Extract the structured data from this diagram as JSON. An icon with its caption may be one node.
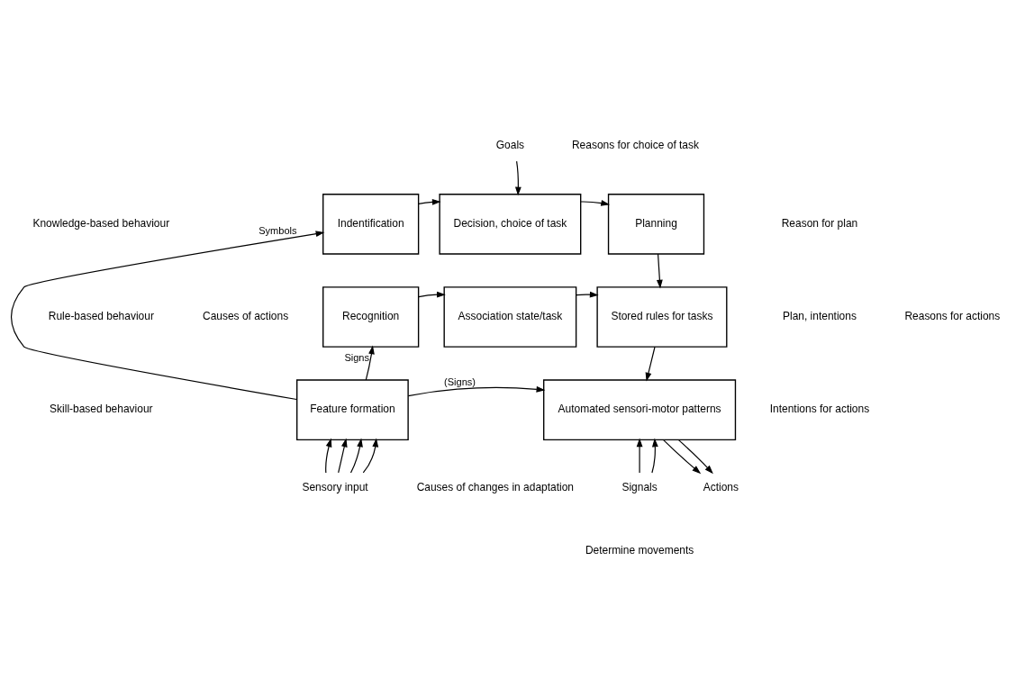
{
  "diagram": {
    "nodes": [
      {
        "text": [
          "Indentification"
        ]
      },
      {
        "text": [
          "Decision, choice of task"
        ]
      },
      {
        "text": [
          "Planning"
        ]
      },
      {
        "text": [
          "Recognition"
        ]
      },
      {
        "text": [
          "Association state/task"
        ]
      },
      {
        "text": [
          "Stored rules for tasks"
        ]
      },
      {
        "text": [
          "Feature formation"
        ]
      },
      {
        "text": [
          "Automated sensori-motor patterns"
        ]
      },
      {
        "text": [
          "Goals"
        ]
      },
      {
        "text": [
          "Sensory input"
        ]
      },
      {
        "text": [
          "Signals"
        ]
      },
      {
        "text": [
          "Actions"
        ]
      }
    ],
    "edges": [
      {
        "from": 6,
        "to": 0,
        "arrow": "to",
        "label": "Symbols"
      },
      {
        "from": 0,
        "to": 1,
        "arrow": "to"
      },
      {
        "from": 1,
        "to": 2,
        "arrow": "to"
      },
      {
        "from": 8,
        "to": 1,
        "arrow": "to"
      },
      {
        "from": 2,
        "to": 5,
        "arrow": "to"
      },
      {
        "from": 6,
        "to": 3,
        "arrow": "to",
        "label": "Signs"
      },
      {
        "from": 3,
        "to": 4,
        "arrow": "to"
      },
      {
        "from": 4,
        "to": 5,
        "arrow": "to"
      },
      {
        "from": 5,
        "to": 7,
        "arrow": "to"
      },
      {
        "from": 6,
        "to": 7,
        "arrow": "to",
        "label": "(Signs)"
      },
      {
        "from": 9,
        "to": 6,
        "arrow": "to"
      },
      {
        "from": 9,
        "to": 6,
        "arrow": "to"
      },
      {
        "from": 9,
        "to": 6,
        "arrow": "to"
      },
      {
        "from": 9,
        "to": 6,
        "arrow": "to"
      },
      {
        "from": 10,
        "to": 7,
        "arrow": "to"
      },
      {
        "from": 10,
        "to": 7,
        "arrow": "to"
      },
      {
        "from": 7,
        "to": 11,
        "arrow": "to"
      },
      {
        "from": 7,
        "to": 11,
        "arrow": "to"
      }
    ],
    "labels": [
      "Knowledge-based behaviour",
      "Reasons for choice of task",
      "Reason for plan",
      "Plan, intentions",
      "Rule-based behaviour",
      "Causes of actions",
      "Reasons for actions",
      "Intentions for actions",
      "Skill-based behaviour",
      "Causes of changes in adaptation",
      "Determine movements"
    ]
  }
}
